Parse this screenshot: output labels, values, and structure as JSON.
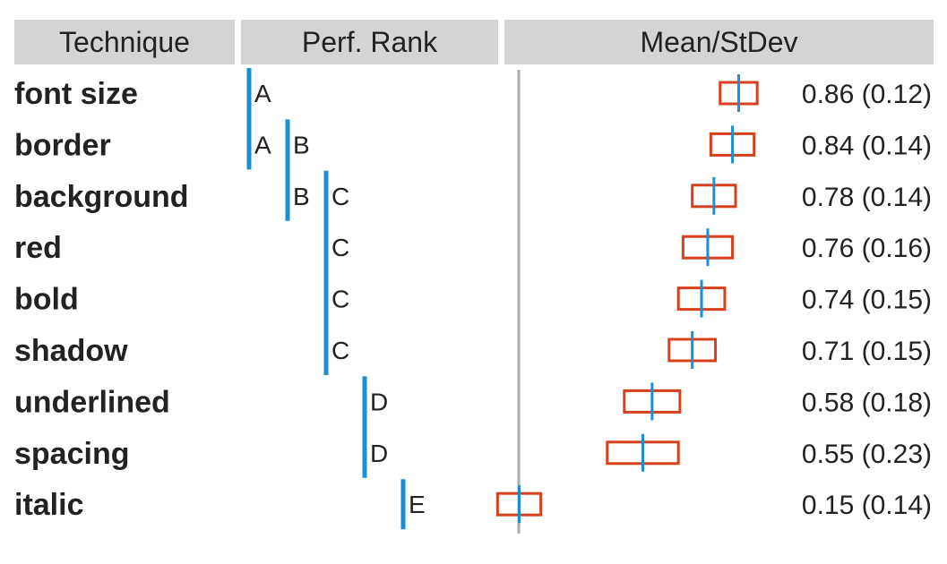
{
  "headers": {
    "technique": "Technique",
    "rank": "Perf. Rank",
    "mean": "Mean/StDev"
  },
  "colors": {
    "box": "#d8401c",
    "mean_line": "#1b8fd6",
    "rank_bar": "#1b8fd6",
    "axis": "#aaaaaa",
    "header_bg": "#d4d4d4"
  },
  "chart_data": {
    "type": "table",
    "columns": [
      "Technique",
      "Perf. Rank",
      "Mean/StDev"
    ],
    "rows": [
      {
        "technique": "font size",
        "groups": [
          "A"
        ],
        "mean": 0.86,
        "sd": 0.12,
        "label": "0.86 (0.12)"
      },
      {
        "technique": "border",
        "groups": [
          "A",
          "B"
        ],
        "mean": 0.84,
        "sd": 0.14,
        "label": "0.84 (0.14)"
      },
      {
        "technique": "background",
        "groups": [
          "B",
          "C"
        ],
        "mean": 0.78,
        "sd": 0.14,
        "label": "0.78 (0.14)"
      },
      {
        "technique": "red",
        "groups": [
          "C"
        ],
        "mean": 0.76,
        "sd": 0.16,
        "label": "0.76 (0.16)"
      },
      {
        "technique": "bold",
        "groups": [
          "C"
        ],
        "mean": 0.74,
        "sd": 0.15,
        "label": "0.74 (0.15)"
      },
      {
        "technique": "shadow",
        "groups": [
          "C"
        ],
        "mean": 0.71,
        "sd": 0.15,
        "label": "0.71 (0.15)"
      },
      {
        "technique": "underlined",
        "groups": [
          "D"
        ],
        "mean": 0.58,
        "sd": 0.18,
        "label": "0.58 (0.18)"
      },
      {
        "technique": "spacing",
        "groups": [
          "D"
        ],
        "mean": 0.55,
        "sd": 0.23,
        "label": "0.55 (0.23)"
      },
      {
        "technique": "italic",
        "groups": [
          "E"
        ],
        "mean": 0.15,
        "sd": 0.14,
        "label": "0.15 (0.14)"
      }
    ],
    "group_order": [
      "A",
      "B",
      "C",
      "D",
      "E"
    ],
    "xlim": [
      0.15,
      1.0
    ]
  }
}
